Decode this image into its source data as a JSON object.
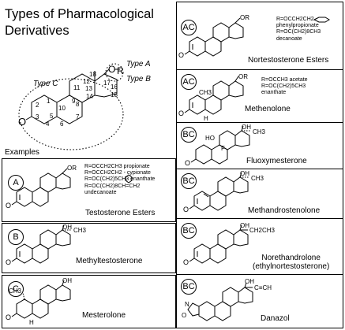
{
  "title_line1": "Types of Pharmacological",
  "title_line2": "Derivatives",
  "main": {
    "type_a": "Type A",
    "type_b": "Type B",
    "type_c": "Type C",
    "atom_o": "O",
    "atom_r": "R",
    "ring_o": "O",
    "numbers": [
      "1",
      "2",
      "3",
      "4",
      "5",
      "6",
      "7",
      "8",
      "9",
      "10",
      "11",
      "12",
      "13",
      "14",
      "15",
      "16",
      "17",
      "18"
    ]
  },
  "examples_label": "Examples",
  "panels": {
    "a": {
      "badge": "A",
      "name": "Testosterone Esters",
      "or": "OR",
      "o": "O",
      "subs": [
        "R=OCCH2CH3 propionate",
        "R=OCCH2CH2 -      cypionate",
        "R=OC(CH2)5CH3 enanthate",
        "R=OC(CH2)8CH=CH2",
        "undecanoate"
      ]
    },
    "b": {
      "badge": "B",
      "name": "Methyltestosterone",
      "oh": "OH",
      "ch3": "CH3",
      "o": "O"
    },
    "c": {
      "badge": "C",
      "name": "Mesterolone",
      "oh": "OH",
      "ch3": "CH3",
      "h": "H",
      "o": "O"
    },
    "nortest": {
      "badge": "AC",
      "name": "Nortestosterone Esters",
      "or": "OR",
      "o": "O",
      "subs": [
        "R=OCCH2CH2 -",
        "phenylpropionate",
        "R=OC(CH2)8CH3",
        "decanoate"
      ]
    },
    "methenolone": {
      "badge": "AC",
      "name": "Methenolone",
      "or": "OR",
      "ch3": "CH3",
      "h": "H",
      "o": "O",
      "subs": [
        "R=OCCH3 acetate",
        "R=OC(CH2)5CH3",
        "enanthate"
      ]
    },
    "fluoxy": {
      "badge": "BC",
      "name": "Fluoxymesterone",
      "oh": "OH",
      "ho": "HO",
      "f": "F",
      "ch3": "CH3",
      "o": "O"
    },
    "methandro": {
      "badge": "BC",
      "name": "Methandrostenolone",
      "oh": "OH",
      "ch3": "CH3",
      "o": "O"
    },
    "norethandro": {
      "badge": "BC",
      "name_line1": "Norethandrolone",
      "name_line2": "(ethylnortestosterone)",
      "oh": "OH",
      "et": "CH2CH3",
      "o": "O"
    },
    "danazol": {
      "badge": "BC",
      "name": "Danazol",
      "oh": "OH",
      "alkyne": "C≡CH",
      "n": "N",
      "o": "O"
    }
  }
}
